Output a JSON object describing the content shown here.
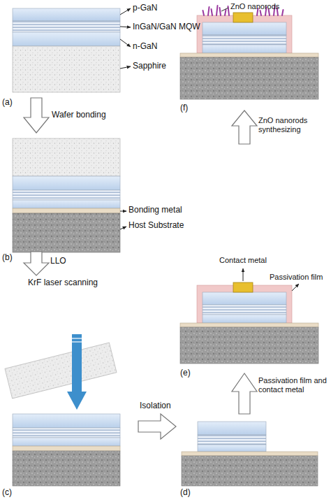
{
  "diagram": {
    "labels": [
      "p-GaN",
      "InGaN/GaN MQW",
      "n-GaN",
      "Sapphire",
      "(a)",
      "Wafer bonding",
      "Bonding metal",
      "Host Substrate",
      "(b)",
      "LLO",
      "KrF laser scanning",
      "(c)",
      "Isolation",
      "(d)",
      "Passivation film and contact metal",
      "(e)",
      "Contact metal",
      "Passivation film",
      "ZnO nanorods synthesizing",
      "ZnO nanorods",
      "(f)"
    ]
  }
}
